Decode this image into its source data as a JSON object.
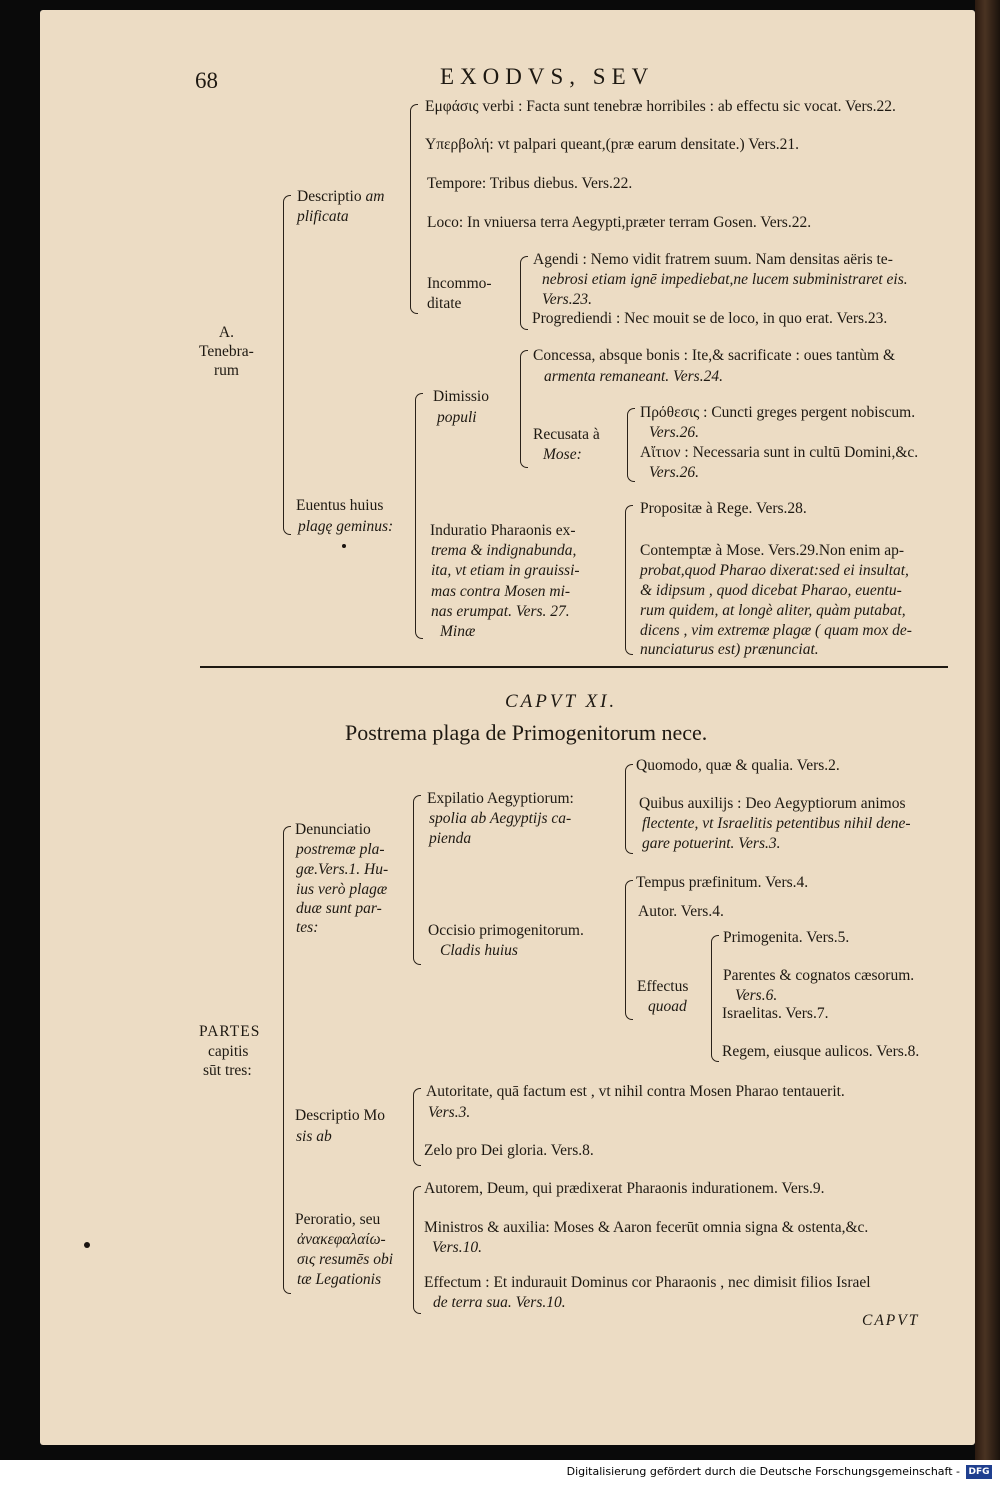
{
  "header": {
    "page_number": "68",
    "running_title": "EXODVS, SEV"
  },
  "tenebrae": {
    "root_label": "A.\nTenebra-\nrum",
    "descriptio": {
      "label_a": "Descriptio ",
      "label_b": "am",
      "label_c": "plificata",
      "emphasis_line": "Εμφάσις verbi : Facta sunt tenebræ horribiles : ab effectu sic vocat. Vers.22.",
      "hyperbole_line": "Υπερβολή: vt palpari queant,(præ earum densitate.) Vers.21.",
      "tempore": "Tempore: Tribus diebus. Vers.22.",
      "loco": "Loco: In vniuersa terra Aegypti,præter terram Gosen. Vers.22.",
      "incommoditate": "Incommo-\nditate",
      "agendi_1": "Agendi : Nemo vidit fratrem suum. Nam densitas aëris te-",
      "agendi_2": "nebrosi etiam ignē impediebat,ne lucem subministraret eis.",
      "agendi_3": "Vers.23.",
      "progrediendi": "Progrediendi : Nec mouit se de loco, in quo erat. Vers.23."
    },
    "euentus": {
      "label_1": "Euentus huius",
      "label_2": "plagę geminus:",
      "dimissio_1": "Dimissio",
      "dimissio_2": "populi",
      "concessa_1": "Concessa, absque bonis : Ite,& sacrificate : oues tantùm &",
      "concessa_2": "armenta remaneant. Vers.24.",
      "recusata_1": "Recusata à",
      "recusata_2": "Mose:",
      "prothesis_1": "Πρόθεσις : Cuncti greges pergent nobiscum.",
      "prothesis_2": "Vers.26.",
      "aition_1": "Αἴτιον : Necessaria sunt in cultū Domini,&c.",
      "aition_2": "Vers.26.",
      "induratio_1": "Induratio Pharaonis ex-",
      "induratio_2": "trema & indignabunda,",
      "induratio_3": "ita, vt etiam in grauissi-",
      "induratio_4": "mas contra Mosen mi-",
      "induratio_5": "nas erumpat. Vers. 27.",
      "induratio_6": "Minæ",
      "propositae": "Propositæ à Rege. Vers.28.",
      "contemptae_1": "Contemptæ à Mose. Vers.29.Non enim ap-",
      "contemptae_2": "probat,quod Pharao dixerat:sed ei insultat,",
      "contemptae_3": "& idipsum , quod dicebat Pharao, euentu-",
      "contemptae_4": "rum quidem, at longè aliter, quàm putabat,",
      "contemptae_5": "dicens , vim extremæ plagæ ( quam mox de-",
      "contemptae_6": "nunciaturus est) prænunciat."
    }
  },
  "chapter": {
    "caput": "CAPVT XI.",
    "title": "Postrema plaga de Primogenitorum nece."
  },
  "partes": {
    "root_1": "PARTES",
    "root_2": "capitis",
    "root_3": "sūt tres:",
    "denunciatio": {
      "label_1": "Denunciatio",
      "label_2": "postremæ pla-",
      "label_3": "gæ.Vers.1. Hu-",
      "label_4": "ius verò plagæ",
      "label_5": "duæ sunt par-",
      "label_6": "tes:",
      "expilatio_1": "Expilatio Aegyptiorum:",
      "expilatio_2": "spolia ab Aegyptijs ca-",
      "expilatio_3": "pienda",
      "quomodo": "Quomodo, quæ & qualia. Vers.2.",
      "quibus_1": "Quibus auxilijs : Deo Aegyptiorum animos",
      "quibus_2": "flectente, vt Israelitis petentibus nihil dene-",
      "quibus_3": "gare potuerint. Vers.3.",
      "occisio_1": "Occisio primogenitorum.",
      "occisio_2": "Cladis huius",
      "tempus": "Tempus præfinitum. Vers.4.",
      "autor": "Autor. Vers.4.",
      "effectus_1": "Effectus",
      "effectus_2": "quoad",
      "primogenita": "Primogenita. Vers.5.",
      "parentes_1": "Parentes & cognatos cæsorum.",
      "parentes_2": "Vers.6.",
      "israelitas": "Israelitas. Vers.7.",
      "regem": "Regem, eiusque aulicos. Vers.8."
    },
    "descriptio": {
      "label_1": "Descriptio Mo",
      "label_2": "sis ab",
      "autoritate_1": "Autoritate, quā factum est , vt nihil contra Mosen Pharao tentauerit.",
      "autoritate_2": "Vers.3.",
      "zelo": "Zelo pro Dei gloria. Vers.8."
    },
    "peroratio": {
      "label_1": "Peroratio, seu",
      "label_2": "ἀνακεφαλαίω-",
      "label_3": "σις resumēs obi",
      "label_4": "tæ Legationis",
      "autorem": "Autorem, Deum, qui prædixerat Pharaonis indurationem. Vers.9.",
      "ministros_1": "Ministros & auxilia: Moses & Aaron fecerūt omnia signa & ostenta,&c.",
      "ministros_2": "Vers.10.",
      "effectum_1": "Effectum : Et indurauit Dominus cor Pharaonis , nec dimisit filios Israel",
      "effectum_2": "de terra sua. Vers.10."
    }
  },
  "catchword": "CAPVT",
  "footer": {
    "digitization_note": "Digitalisierung gefördert durch die Deutsche Forschungsgemeinschaft -",
    "logo_text": "DFG"
  }
}
